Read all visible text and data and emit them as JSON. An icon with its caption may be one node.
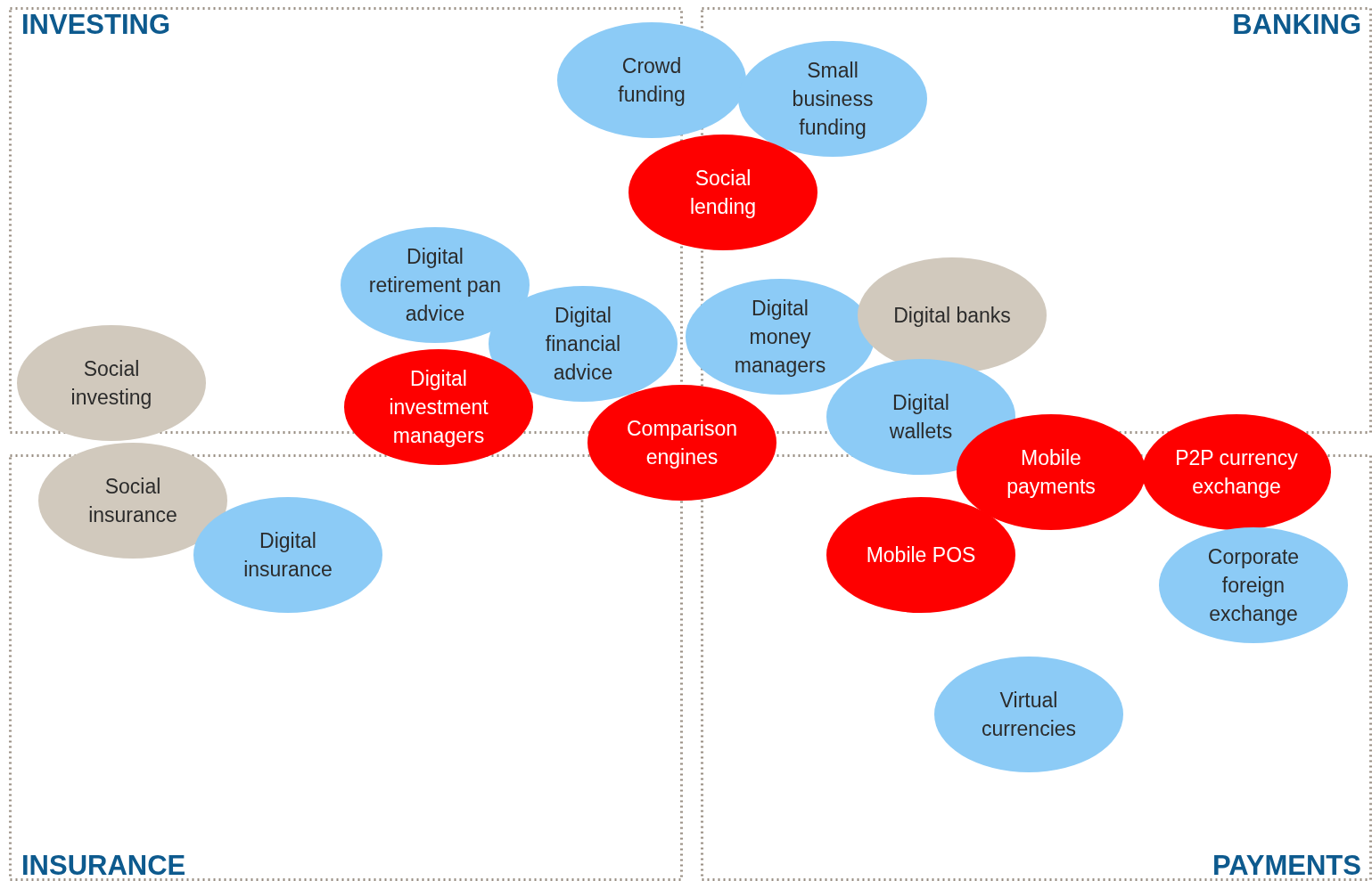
{
  "diagram": {
    "nodes": [
      {
        "text": [
          "Crowd funding"
        ]
      },
      {
        "text": [
          "Small business funding"
        ]
      },
      {
        "text": [
          "Social lending"
        ]
      },
      {
        "text": [
          "Digital retirement pan advice"
        ]
      },
      {
        "text": [
          "Digital financial advice"
        ]
      },
      {
        "text": [
          "Digital money managers"
        ]
      },
      {
        "text": [
          "Digital banks"
        ]
      },
      {
        "text": [
          "Social investing"
        ]
      },
      {
        "text": [
          "Digital investment managers"
        ]
      },
      {
        "text": [
          "Comparison engines"
        ]
      },
      {
        "text": [
          "Digital wallets"
        ]
      },
      {
        "text": [
          "Social insurance"
        ]
      },
      {
        "text": [
          "Mobile payments"
        ]
      },
      {
        "text": [
          "P2P currency exchange"
        ]
      },
      {
        "text": [
          "Digital insurance"
        ]
      },
      {
        "text": [
          "Mobile POS"
        ]
      },
      {
        "text": [
          "Corporate foreign exchange"
        ]
      },
      {
        "text": [
          "Virtual currencies"
        ]
      }
    ],
    "edges": [],
    "labels": [
      "INVESTING",
      "BANKING",
      "INSURANCE",
      "PAYMENTS"
    ]
  }
}
